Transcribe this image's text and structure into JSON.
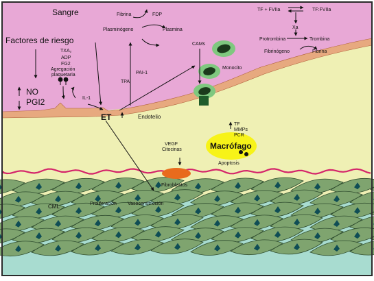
{
  "title": "Sangre",
  "colors": {
    "blood": "#e8a8d6",
    "intima": "#eff0b4",
    "media": "#a8dcd0",
    "muscle_cell": "#7fa46f",
    "muscle_dark": "#2f4d2f",
    "nucleus": "#0f4d55",
    "endothelium": "#e7a97f",
    "wavy_line": "#d4246a",
    "macrophage": "#f7f318",
    "fibroblast": "#e86b1d",
    "monocyte_ring": "#7fc87f",
    "monocyte_core": "#1b3a1b",
    "border": "#2a2a2a"
  },
  "labels": {
    "factores_riesgo": "Factores de riesgo",
    "txa2": "TXA₂",
    "adp": "ADP",
    "fg2": "FG2",
    "agregacion": "Agregación",
    "plaquetaria": "plaquetaria",
    "no": "NO",
    "pgi2": "PGI2",
    "il1": "IL-1",
    "fibrina_top": "Fibrina",
    "fdp": "FDP",
    "plasminogeno": "Plasminógeno",
    "plasmina": "Plasmina",
    "tpa": "TPA",
    "pai1": "PAI-1",
    "cams": "CAMs",
    "monocito": "Monocito",
    "tf_fviia": "TF + FVIIa",
    "tf_fviia_complex": "TF:FVIIa",
    "xa": "Xa",
    "protrombina": "Protrombina",
    "trombina": "Trombina",
    "fibrinogeno": "Fibrinógeno",
    "fibrina": "Fibrina",
    "et": "ET",
    "endotelio": "Endotelio",
    "tf": "TF",
    "mmps": "MMPs",
    "pcr": "PCR",
    "macrofago": "Macrófago",
    "apoptosis": "Apoptosis",
    "vegf": "VEGF",
    "citocinas": "Citocinas",
    "fibroblastos": "Fibroblastos",
    "cml": "CML",
    "proliferacion": "Proliferación",
    "vasoconstriccion": "Vasoconstricción"
  }
}
